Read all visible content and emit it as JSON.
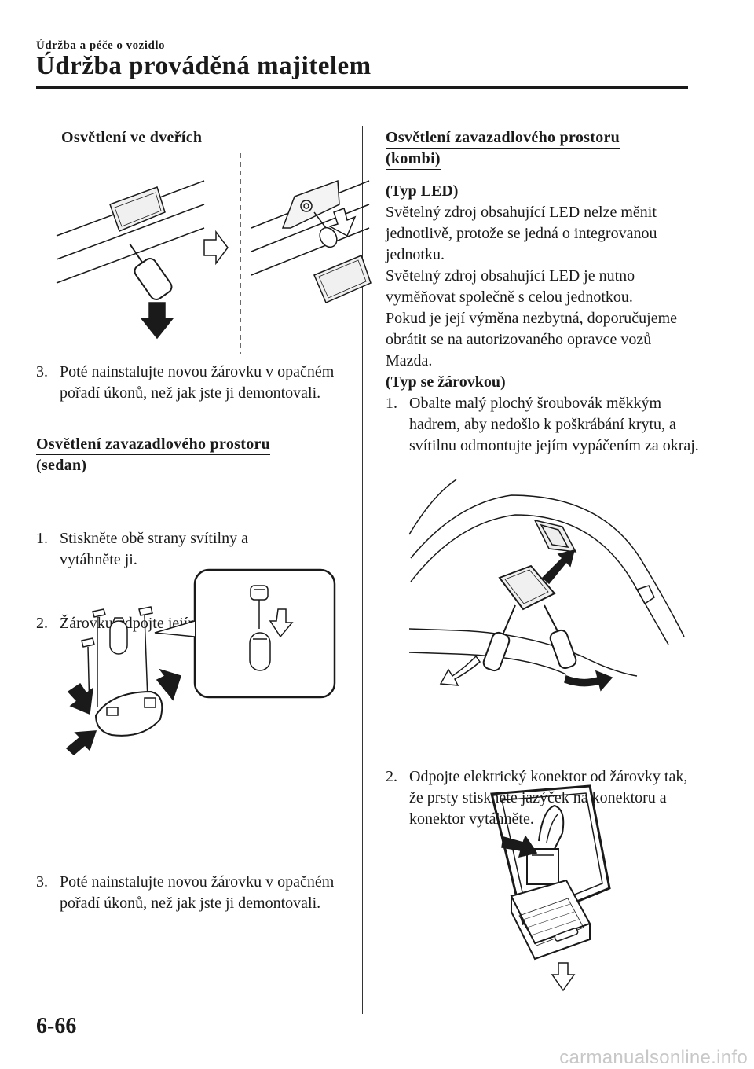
{
  "header": {
    "breadcrumb": "Údržba a péče o vozidlo",
    "title": "Údržba prováděná majitelem"
  },
  "left": {
    "door_light_heading": "Osvětlení ve dveřích",
    "step3a": {
      "num": "3.",
      "text": "Poté nainstalujte novou žárovku v opačném pořadí úkonů, než jak jste ji demontovali."
    },
    "sedan_heading_line1": "Osvětlení zavazadlového prostoru",
    "sedan_heading_line2": "(sedan)",
    "step1": {
      "num": "1.",
      "text": "Stiskněte obě strany svítilny a vytáhněte ji."
    },
    "step2": {
      "num": "2.",
      "text": "Žárovku odpojte jejím vytažením."
    },
    "step3b": {
      "num": "3.",
      "text": "Poté nainstalujte novou žárovku v opačném pořadí úkonů, než jak jste ji demontovali."
    }
  },
  "right": {
    "kombi_heading_line1": "Osvětlení zavazadlového prostoru",
    "kombi_heading_line2": "(kombi)",
    "led_heading": "(Typ LED)",
    "led_para1": "Světelný zdroj obsahující LED nelze měnit jednotlivě, protože se jedná o integrovanou jednotku.",
    "led_para2": "Světelný zdroj obsahující LED je nutno vyměňovat společně s celou jednotkou.",
    "led_para3": "Pokud je její výměna nezbytná, doporučujeme obrátit se na autorizovaného opravce vozů Mazda.",
    "bulb_heading": "(Typ se žárovkou)",
    "step1": {
      "num": "1.",
      "text": "Obalte malý plochý šroubovák měkkým hadrem, aby nedošlo k poškrábání krytu, a svítilnu odmontujte jejím vypáčením za okraj."
    },
    "step2": {
      "num": "2.",
      "text": "Odpojte elektrický konektor od žárovky tak, že prsty stisknete jazýček na konektoru a konektor vytáhněte."
    }
  },
  "footer": {
    "page_number": "6-66",
    "watermark": "carmanualsonline.info"
  },
  "icons": {
    "door_light_illustration": "door-light-removal-illustration",
    "sedan_light_illustration": "sedan-trunk-light-illustration",
    "kombi_light_illustration": "kombi-trunk-light-removal-illustration",
    "connector_illustration": "bulb-connector-illustration"
  }
}
